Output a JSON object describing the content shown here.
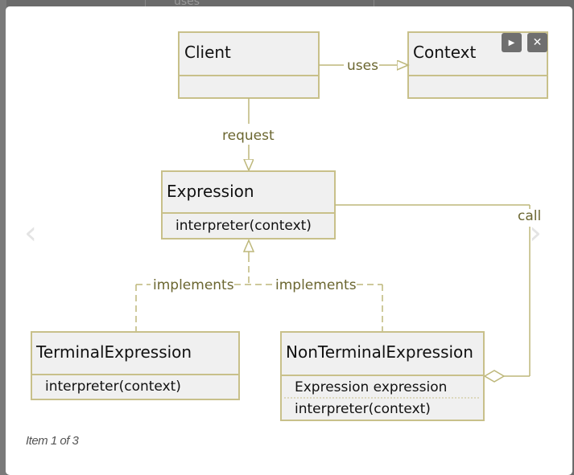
{
  "lightbox": {
    "caption": "Item 1 of 3",
    "play_icon": "play-icon",
    "close_icon": "close-icon",
    "prev_icon": "chevron-left-icon",
    "next_icon": "chevron-right-icon",
    "prev_glyph": "‹",
    "next_glyph": "›",
    "play_glyph": "▶",
    "close_glyph": "✕",
    "background_fragment": "uses"
  },
  "diagram": {
    "colors": {
      "box_fill": "#f0f0f0",
      "box_border": "#c8c08a",
      "line": "#bdb77a",
      "label": "#6b6630"
    },
    "classes": {
      "client": {
        "name": "Client",
        "members": []
      },
      "context": {
        "name": "Context",
        "members": []
      },
      "expression": {
        "name": "Expression",
        "members": [
          "interpreter(context)"
        ]
      },
      "terminal": {
        "name": "TerminalExpression",
        "members": [
          "interpreter(context)"
        ]
      },
      "nonterminal": {
        "name": "NonTerminalExpression",
        "members": [
          "Expression expression",
          "interpreter(context)"
        ]
      }
    },
    "relations": {
      "uses": "uses",
      "request": "request",
      "implements_left": "implements",
      "implements_right": "implements",
      "call": "call"
    }
  }
}
